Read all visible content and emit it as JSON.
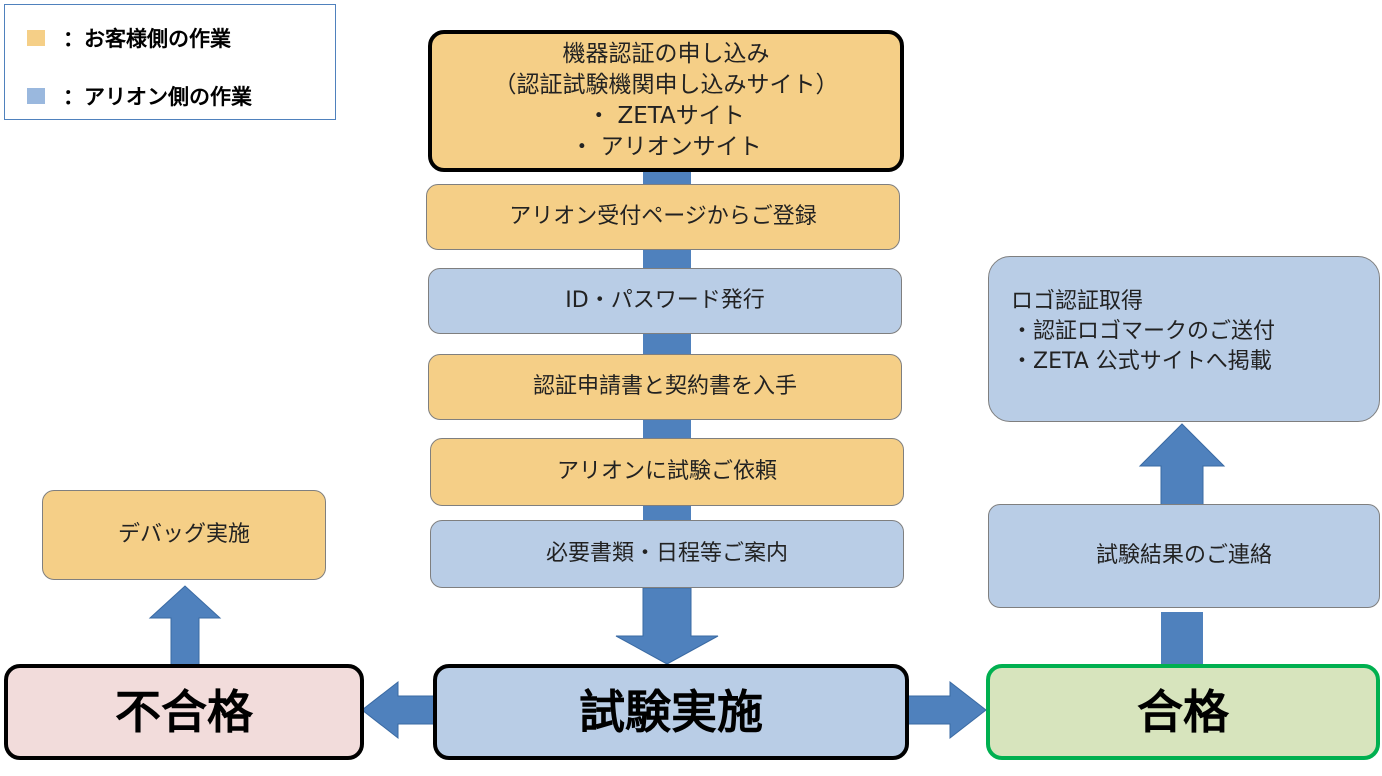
{
  "colors": {
    "customer": "#f5cf87",
    "arion": "#b9cde6",
    "fail": "#f2dcdb",
    "pass": "#d7e4bd",
    "arrow": "#4f81bd",
    "pass_border": "#00b050"
  },
  "legend": {
    "customer_label": "：お客様側の作業",
    "arion_label": "：アリオン側の作業"
  },
  "steps": {
    "apply": {
      "line1": "機器認証の申し込み",
      "line2": "（認証試験機関申し込みサイト）",
      "line3": "・ ZETAサイト",
      "line4": "・ アリオンサイト"
    },
    "register": "アリオン受付ページからご登録",
    "id_issue": "ID・パスワード発行",
    "docs": "認証申請書と契約書を入手",
    "request": "アリオンに試験ご依頼",
    "guide": "必要書類・日程等ご案内"
  },
  "test": "試験実施",
  "fail": "不合格",
  "pass": "合格",
  "debug": "デバッグ実施",
  "result": "試験結果のご連絡",
  "logo": {
    "line1": "ロゴ認証取得",
    "line2": "・認証ロゴマークのご送付",
    "line3": "・ZETA 公式サイトへ掲載"
  }
}
